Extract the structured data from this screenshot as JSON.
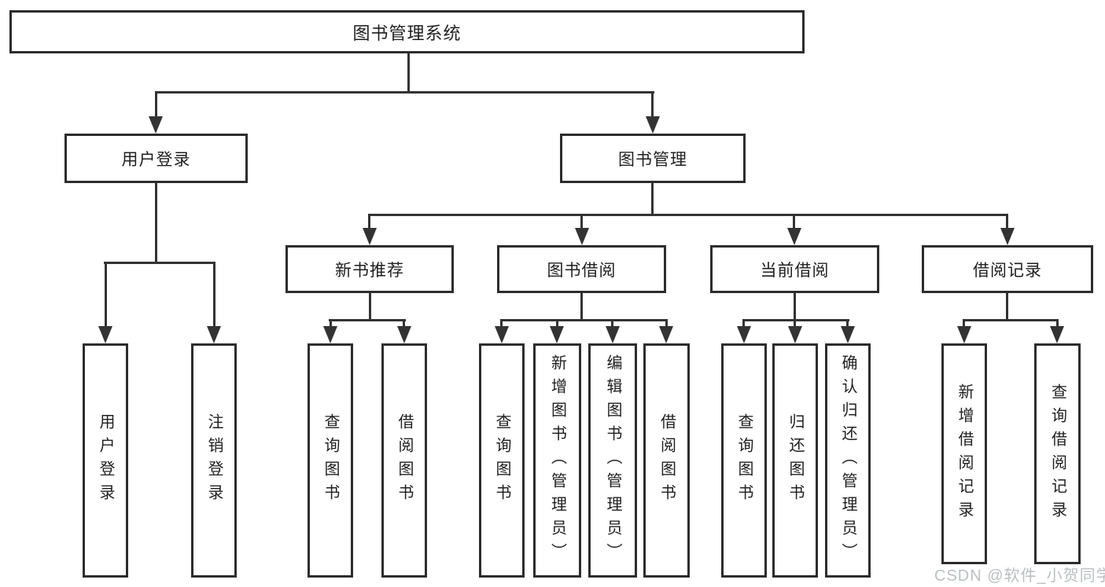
{
  "title": "图书管理系统",
  "branches": {
    "user": {
      "label": "用户登录",
      "children": [
        "用户登录",
        "注销登录"
      ]
    },
    "book": {
      "label": "图书管理",
      "groups": [
        {
          "label": "新书推荐",
          "children": [
            "查询图书",
            "借阅图书"
          ]
        },
        {
          "label": "图书借阅",
          "children": [
            "查询图书",
            "新增图书（管理员）",
            "编辑图书（管理员）",
            "借阅图书"
          ]
        },
        {
          "label": "当前借阅",
          "children": [
            "查询图书",
            "归还图书",
            "确认归还（管理员）"
          ]
        },
        {
          "label": "借阅记录",
          "children": [
            "新增借阅记录",
            "查询借阅记录"
          ]
        }
      ]
    }
  },
  "watermark": "CSDN @软件_小贺同学",
  "colors": {
    "line": "#333333",
    "box_border": "#2d2d2d",
    "text": "#1f1f1f",
    "watermark": "#b4b8bc",
    "background": "#ffffff"
  }
}
